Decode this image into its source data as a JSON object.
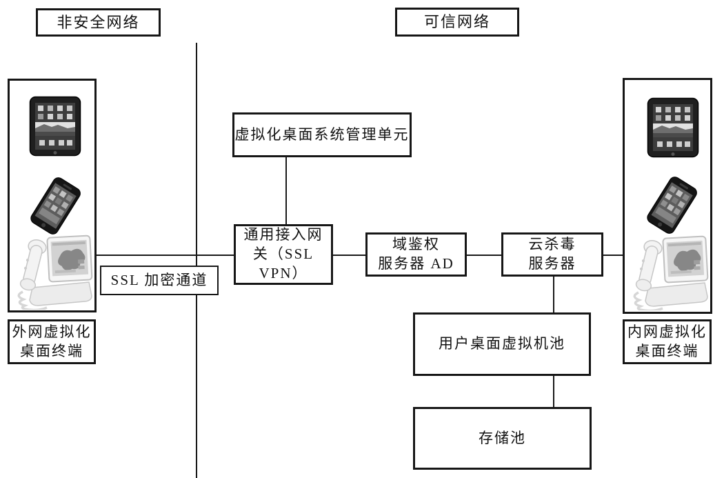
{
  "zones": {
    "unsafe_network": "非安全网络",
    "trusted_network": "可信网络"
  },
  "nodes": {
    "management_unit": {
      "label": "虚拟化桌面系统管理单元"
    },
    "access_gateway": {
      "line1": "通用接入网",
      "line2": "关（SSL",
      "line3": "VPN）"
    },
    "domain_auth_server": {
      "line1": "域鉴权",
      "line2": "服务器 AD"
    },
    "cloud_antivirus_server": {
      "line1": "云杀毒",
      "line2": "服务器"
    },
    "user_vm_pool": {
      "label": "用户桌面虚拟机池"
    },
    "storage_pool": {
      "label": "存储池"
    },
    "ssl_channel": {
      "label": "SSL 加密通道"
    },
    "external_terminal": {
      "line1": "外网虚拟化",
      "line2": "桌面终端"
    },
    "internal_terminal": {
      "line1": "内网虚拟化",
      "line2": "桌面终端"
    }
  },
  "icons": {
    "external_terminal_devices": [
      "tablet-icon",
      "smartphone-icon",
      "deskphone-icon"
    ],
    "internal_terminal_devices": [
      "tablet-icon",
      "smartphone-icon",
      "deskphone-icon"
    ]
  },
  "colors": {
    "background": "#ffffff",
    "line": "#181818",
    "box_border": "#161616",
    "device_dark": "#1f1f1f",
    "device_light": "#f2f2f2"
  }
}
